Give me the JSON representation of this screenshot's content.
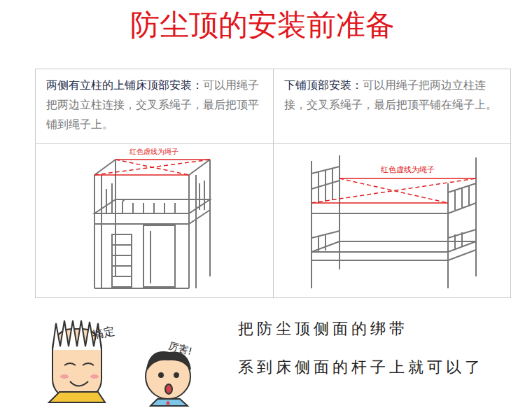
{
  "diagram": {
    "title": "防尘顶的安装前准备",
    "nodes": [
      {
        "text": [
          "两侧有立柱的上铺床顶部安装：",
          "可以用绳子把两边立柱连接，交叉系绳子，最后把顶平铺到绳子上。"
        ]
      },
      {
        "text": [
          "下铺顶部安装：",
          "可以用绳子把两边立柱连接，交叉系绳子，最后把顶平铺在绳子上。"
        ]
      }
    ],
    "labels": [
      "红色虚线为绳子",
      "红色虚线为绳子",
      "搞定",
      "厉害!",
      "把防尘顶侧面的绑带",
      "系到床侧面的杆子上就可以了"
    ]
  }
}
